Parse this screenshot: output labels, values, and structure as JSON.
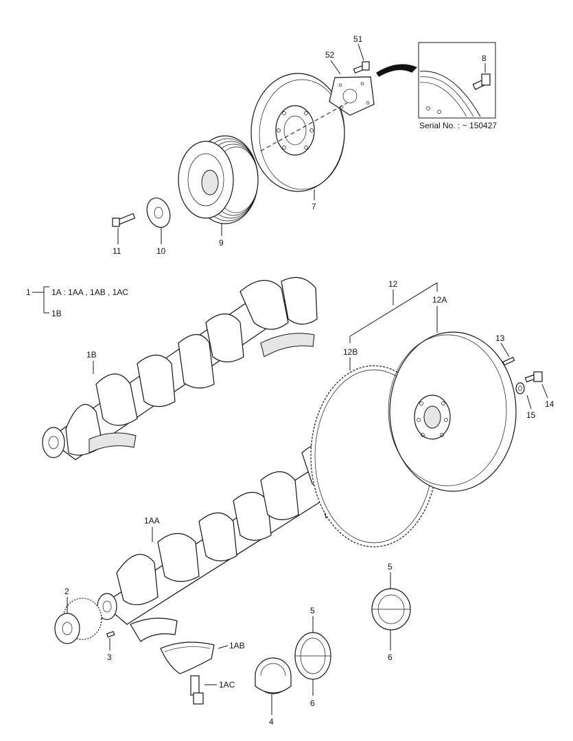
{
  "labels": {
    "p51": "51",
    "p52": "52",
    "p8": "8",
    "p7": "7",
    "p9": "9",
    "p10": "10",
    "p11": "11",
    "p12": "12",
    "p12A": "12A",
    "p12B": "12B",
    "p13": "13",
    "p14": "14",
    "p15": "15",
    "p1B_top": "1B",
    "p1AA": "1AA",
    "p1AB": "1AB",
    "p1AC": "1AC",
    "p2": "2",
    "p3": "3",
    "p4": "4",
    "p5_mid": "5",
    "p6_mid": "6",
    "p5_right": "5",
    "p6_right": "6"
  },
  "inset": {
    "caption": "Serial No. : ~ 150427"
  },
  "legend": {
    "root": "1",
    "line_a": "1A  :  1AA  , 1AB  , 1AC",
    "line_b": "1B"
  }
}
